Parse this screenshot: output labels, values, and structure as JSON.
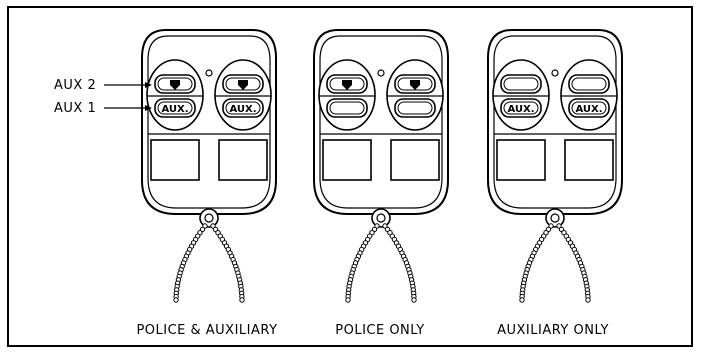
{
  "callouts": {
    "aux2": "AUX 2",
    "aux1": "AUX 1"
  },
  "button_text": "AUX.",
  "remotes": [
    {
      "caption": "POLICE & AUXILIARY",
      "top_buttons": "shield",
      "bottom_buttons": "aux"
    },
    {
      "caption": "POLICE ONLY",
      "top_buttons": "shield",
      "bottom_buttons": "blank"
    },
    {
      "caption": "AUXILIARY ONLY",
      "top_buttons": "blank",
      "bottom_buttons": "aux"
    }
  ],
  "colors": {
    "line": "#000000",
    "background": "#ffffff"
  }
}
